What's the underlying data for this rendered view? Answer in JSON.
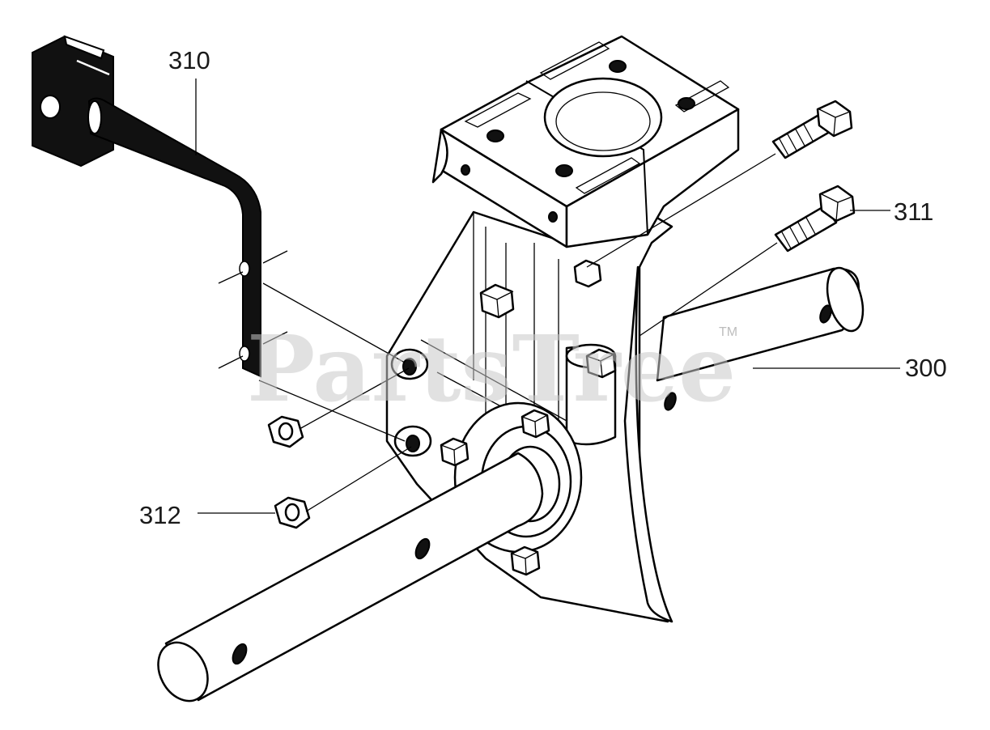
{
  "watermark": {
    "text": "PartsTree",
    "trademark": "TM"
  },
  "callouts": {
    "bracket": "310",
    "bolt": "311",
    "axle": "300",
    "nut": "312"
  },
  "colors": {
    "line": "#000000",
    "watermark": "#c8c8c8",
    "part_fill": "#ffffff",
    "bracket_fill": "#111111"
  }
}
